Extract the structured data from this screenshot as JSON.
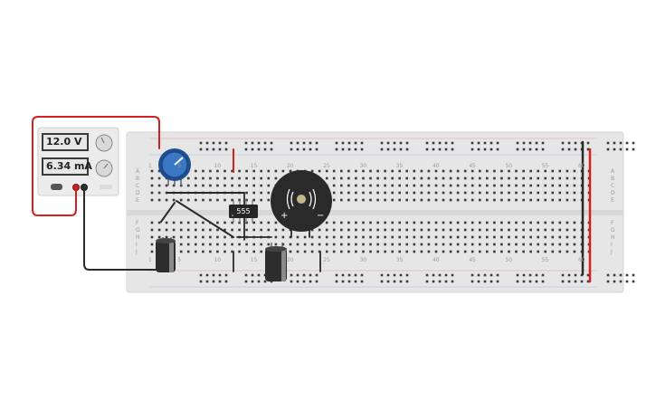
{
  "power_supply": {
    "voltage_display": "12.0 V",
    "current_display": "6.34 mA"
  },
  "breadboard": {
    "column_numbers": [
      "1",
      "5",
      "10",
      "15",
      "20",
      "25",
      "30",
      "35",
      "40",
      "45",
      "50",
      "55",
      "60"
    ],
    "row_letters_top": [
      "A",
      "B",
      "C",
      "D",
      "E"
    ],
    "row_letters_bottom": [
      "F",
      "G",
      "H",
      "I",
      "J"
    ]
  },
  "timer_chip": {
    "label": "555"
  },
  "buzzer": {
    "plus_sign": "+",
    "minus_sign": "−"
  },
  "colors": {
    "wire_red": "#d42020",
    "wire_black": "#2a2a2a",
    "breadboard": "#e8e8e8",
    "potentiometer": "#2f6db5"
  },
  "icons": {
    "potentiometer": "potentiometer-knob-icon",
    "capacitor": "electrolytic-capacitor-icon",
    "buzzer": "piezo-buzzer-icon",
    "timer": "ic-chip-icon"
  }
}
